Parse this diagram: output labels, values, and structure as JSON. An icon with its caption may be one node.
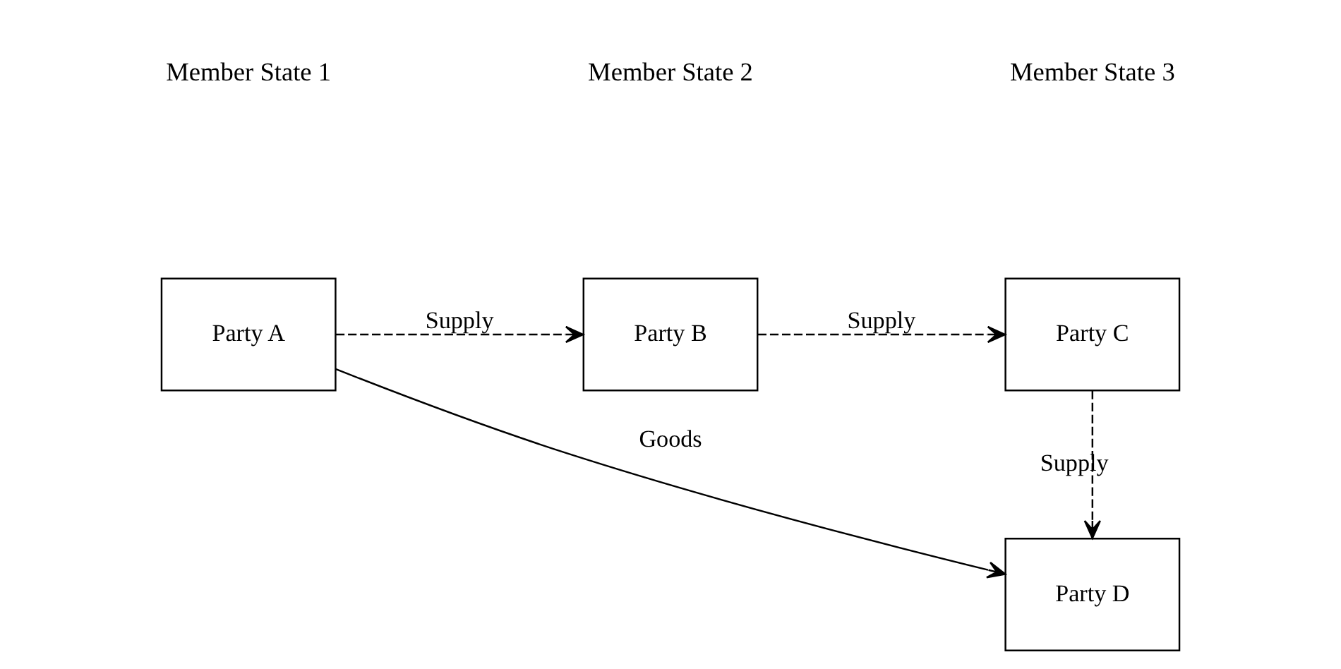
{
  "diagram": {
    "nodes": [
      {
        "text": [
          "Party A"
        ]
      },
      {
        "text": [
          "Party B"
        ]
      },
      {
        "text": [
          "Party C"
        ]
      },
      {
        "text": [
          "Party D"
        ]
      }
    ],
    "edges": [
      {
        "from": 0,
        "to": 1,
        "arrow": "to",
        "style": "dashed",
        "label": "Supply"
      },
      {
        "from": 1,
        "to": 2,
        "arrow": "to",
        "style": "dashed",
        "label": "Supply"
      },
      {
        "from": 2,
        "to": 3,
        "arrow": "to",
        "style": "dashed",
        "label": "Supply"
      },
      {
        "from": 0,
        "to": 3,
        "arrow": "to",
        "label": "Goods"
      }
    ],
    "labels": [
      "Member State 1",
      "Member State 2",
      "Member State 3"
    ]
  }
}
